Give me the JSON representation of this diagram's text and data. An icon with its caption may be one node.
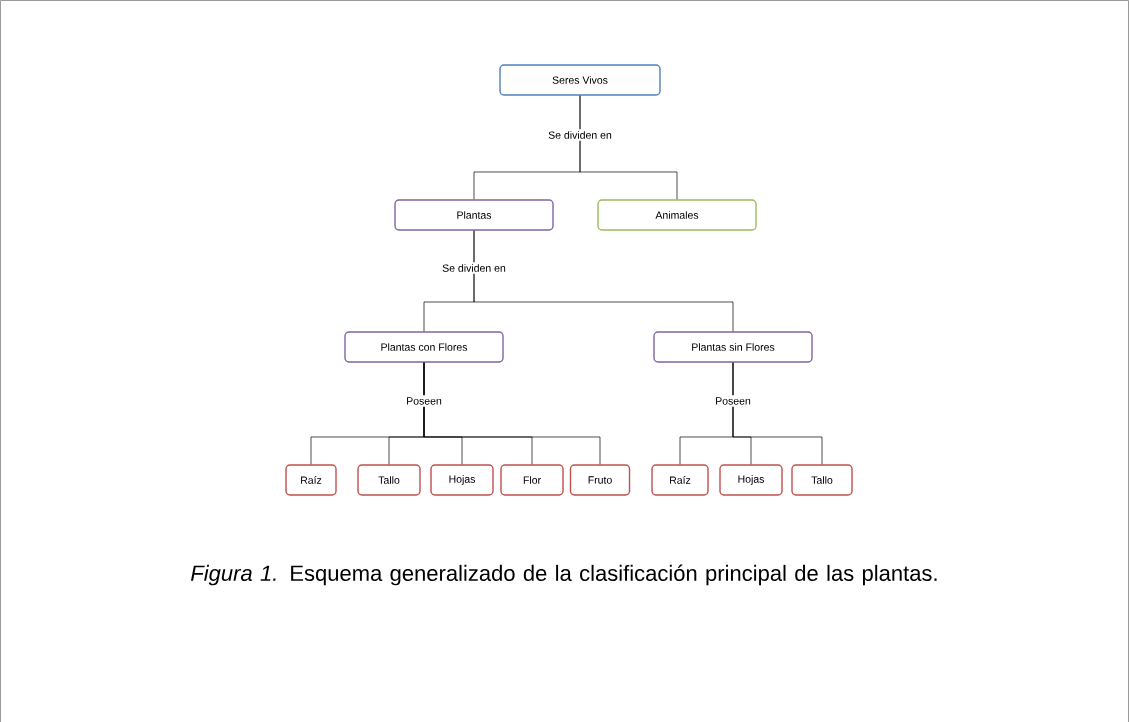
{
  "diagram": {
    "caption": "*Figura 1.* Esquema generalizado de la clasificación principal de las plantas.",
    "nodes": [
      {
        "text": [
          "Seres Vivos"
        ]
      },
      {
        "text": [
          "Plantas"
        ]
      },
      {
        "text": [
          "Animales"
        ]
      },
      {
        "text": [
          "Plantas con Flores"
        ]
      },
      {
        "text": [
          "Plantas sin Flores"
        ]
      },
      {
        "text": [
          "Raíz"
        ]
      },
      {
        "text": [
          "Tallo"
        ]
      },
      {
        "text": [
          "Hojas"
        ]
      },
      {
        "text": [
          "Flor"
        ]
      },
      {
        "text": [
          "Fruto"
        ]
      },
      {
        "text": [
          "Raíz"
        ]
      },
      {
        "text": [
          "Hojas"
        ]
      },
      {
        "text": [
          "Tallo"
        ]
      }
    ],
    "edges": [
      {
        "from": 0,
        "to": 1,
        "arrow": "none",
        "label": "Se dividen en"
      },
      {
        "from": 0,
        "to": 2,
        "arrow": "none"
      },
      {
        "from": 1,
        "to": 3,
        "arrow": "none",
        "label": "Se dividen en"
      },
      {
        "from": 1,
        "to": 4,
        "arrow": "none"
      },
      {
        "from": 3,
        "to": 5,
        "arrow": "none",
        "label": "Poseen"
      },
      {
        "from": 3,
        "to": 6,
        "arrow": "none"
      },
      {
        "from": 3,
        "to": 7,
        "arrow": "none"
      },
      {
        "from": 3,
        "to": 8,
        "arrow": "none"
      },
      {
        "from": 3,
        "to": 9,
        "arrow": "none"
      },
      {
        "from": 4,
        "to": 10,
        "arrow": "none",
        "label": "Poseen"
      },
      {
        "from": 4,
        "to": 11,
        "arrow": "none"
      },
      {
        "from": 4,
        "to": 12,
        "arrow": "none"
      }
    ]
  }
}
